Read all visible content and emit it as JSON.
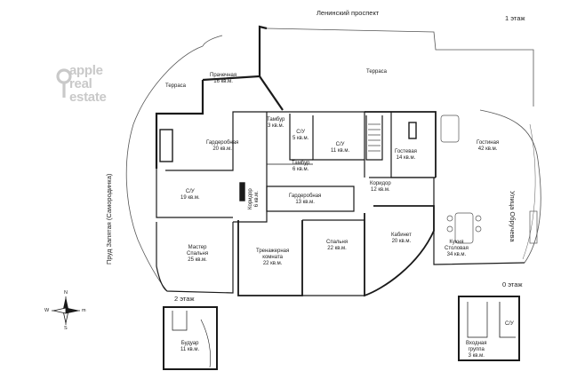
{
  "streets": {
    "top": "Ленинский проспект",
    "right": "Улица Обручева",
    "left": "Пруд Запятая (Самородинка)"
  },
  "floors": {
    "first": "1 этаж",
    "second": "2 этаж",
    "ground": "0 этаж"
  },
  "logo": {
    "line1": "apple",
    "line2": "real",
    "line3": "estate"
  },
  "compass": {
    "n": "N",
    "s": "S",
    "w": "W",
    "e": "m"
  },
  "rooms": {
    "terrace_left": {
      "name": "Терраса",
      "area": ""
    },
    "terrace_top": {
      "name": "Терраса",
      "area": ""
    },
    "pantry": {
      "name": "Прачечная",
      "area": "16 кв.м."
    },
    "tambur1": {
      "name": "Тамбур",
      "area": "3 кв.м."
    },
    "wc1": {
      "name": "С/У",
      "area": "5 кв.м."
    },
    "wc2": {
      "name": "С/У",
      "area": "11 кв.м."
    },
    "guest": {
      "name": "Гостевая",
      "area": "14 кв.м."
    },
    "living": {
      "name": "Гостиная",
      "area": "42 кв.м."
    },
    "wardrobe1": {
      "name": "Гардеробная",
      "area": "20 кв.м."
    },
    "tambur2": {
      "name": "Тамбур",
      "area": "6 кв.м."
    },
    "corridor1": {
      "name": "Коридор",
      "area": "12 кв.м."
    },
    "wc3": {
      "name": "С/У",
      "area": "19 кв.м."
    },
    "corridor2": {
      "name": "Коридор",
      "area": "6 кв.м."
    },
    "wardrobe2": {
      "name": "Гардеробная",
      "area": "13 кв.м."
    },
    "office": {
      "name": "Кабинет",
      "area": "20 кв.м."
    },
    "master": {
      "name": "Мастер",
      "name2": "Спальня",
      "area": "25 кв.м."
    },
    "gym": {
      "name": "Тренажерная",
      "name2": "комната",
      "area": "22 кв.м."
    },
    "bedroom": {
      "name": "Спальня",
      "area": "22 кв.м."
    },
    "kitchen": {
      "name": "Кухня",
      "name2": "Столовая",
      "area": "34 кв.м."
    },
    "boudoir": {
      "name": "Будуар",
      "area": "11 кв.м."
    },
    "entrance": {
      "name": "Входная",
      "name2": "группа",
      "area": "3 кв.м."
    },
    "wc4": {
      "name": "С/У",
      "area": ""
    }
  },
  "colors": {
    "wall": "#1a1a1a",
    "thin": "#555555",
    "logo": "#c9c9c9"
  }
}
